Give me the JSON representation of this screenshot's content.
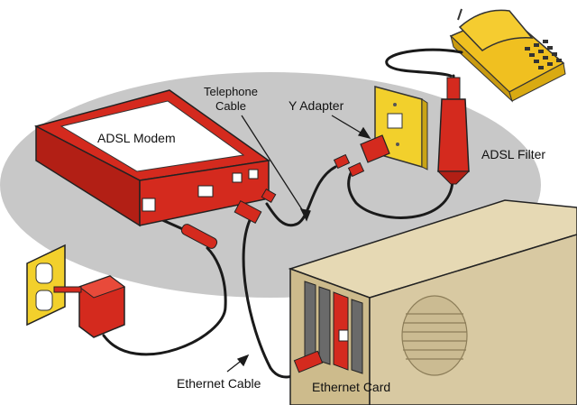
{
  "labels": {
    "modem": "ADSL Modem",
    "telephone_cable_line1": "Telephone",
    "telephone_cable_line2": "Cable",
    "y_adapter": "Y Adapter",
    "adsl_filter": "ADSL Filter",
    "ethernet_cable": "Ethernet Cable",
    "ethernet_card": "Ethernet Card"
  },
  "colors": {
    "backdrop": "#c8c8c8",
    "modem_red": "#d42a1e",
    "modem_dark": "#9a1a12",
    "phone_yellow": "#f0c020",
    "wall_plate": "#f2d02c",
    "computer_beige": "#d8c9a2",
    "computer_dark": "#b6a57c",
    "cable": "#1a1a1a"
  }
}
